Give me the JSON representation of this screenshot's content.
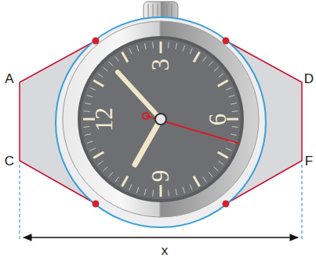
{
  "diagram": {
    "labels": [
      "A",
      "D",
      "3",
      "12",
      "6",
      "C",
      "F",
      "9",
      "x"
    ]
  }
}
